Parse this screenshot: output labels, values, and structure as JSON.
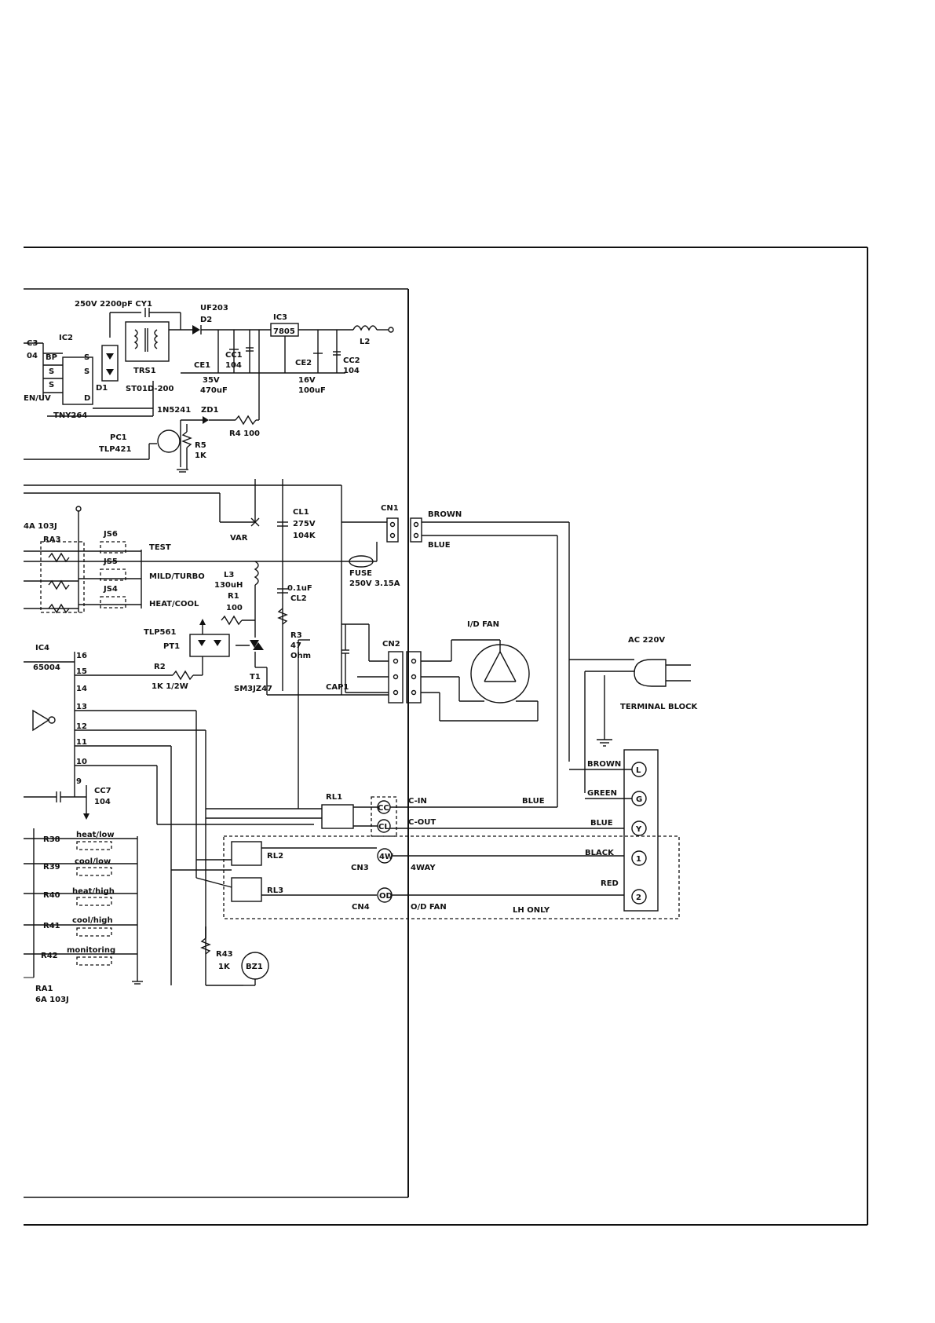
{
  "labels": {
    "cy1": "250V 2200pF   CY1",
    "uf203": "UF203",
    "d2": "D2",
    "ic3": "IC3",
    "u7805": "7805",
    "l2": "L2",
    "c3": "C3",
    "c3val": "04",
    "ic2": "IC2",
    "bp": "BP",
    "s1": "S",
    "s2": "S",
    "s3": "S",
    "s4": "S",
    "en": "EN/UV",
    "d": "D",
    "d1": "D1",
    "trs1": "TRS1",
    "st01d": "ST01D-200",
    "ce1": "CE1",
    "cc1": "CC1",
    "cc1v": "104",
    "ce1v1": "35V",
    "ce1v2": "470uF",
    "ce2": "CE2",
    "ce2v1": "16V",
    "ce2v2": "100uF",
    "cc2": "CC2",
    "cc2v": "104",
    "tny": "TNY264",
    "n5241": "1N5241",
    "zd1": "ZD1",
    "r4": "R4   100",
    "pc1": "PC1",
    "tlp421": "TLP421",
    "r5": "R5",
    "r5v": "1K",
    "a4": "4A  103J",
    "ra3": "RA3",
    "js6": "JS6",
    "js5": "JS5",
    "js4": "JS4",
    "test": "TEST",
    "mild": "MILD/TURBO",
    "heatcool": "HEAT/COOL",
    "var": "VAR",
    "cl1": "CL1",
    "cl1v1": "275V",
    "cl1v2": "104K",
    "l3": "L3",
    "l3v": "130uH",
    "r1": "R1",
    "r1v": "100",
    "cl2a": "0.1uF",
    "cl2": "CL2",
    "r3": "R3",
    "r3v1": "47",
    "r3v2": "Ohm",
    "tlp561": "TLP561",
    "pt1": "PT1",
    "t1": "T1",
    "sm3": "SM3JZ47",
    "ic4": "IC4",
    "u65004": "65004",
    "p16": "16",
    "p15": "15",
    "p14": "14",
    "p13": "13",
    "p12": "12",
    "p11": "11",
    "p10": "10",
    "p9": "9",
    "r2": "R2",
    "r2v": "1K   1/2W",
    "cc7": "CC7",
    "cc7v": "104",
    "cn1": "CN1",
    "brown1": "BROWN",
    "blue1": "BLUE",
    "fuse": "FUSE",
    "fusev": "250V  3.15A",
    "idfan": "I/D FAN",
    "cn2": "CN2",
    "cap1": "CAP1",
    "ac220": "AC 220V",
    "terminal": "TERMINAL BLOCK",
    "brown2": "BROWN",
    "green": "GREEN",
    "blue3": "BLUE",
    "black": "BLACK",
    "red": "RED",
    "tL": "L",
    "tG": "G",
    "tY": "Y",
    "t1n": "1",
    "t2n": "2",
    "rl1": "RL1",
    "cin": "C-IN",
    "cout": "C-OUT",
    "blue2": "BLUE",
    "cc": "CC",
    "cl": "CL",
    "rl2": "RL2",
    "rl3": "RL3",
    "cn3": "CN3",
    "fourw": "4W",
    "fourway": "4WAY",
    "cn4": "CN4",
    "od": "OD",
    "odfan": "O/D FAN",
    "lhonly": "LH ONLY",
    "r38": "R38",
    "r39": "R39",
    "r40": "R40",
    "r41": "R41",
    "r42": "R42",
    "heatlow": "heat/low",
    "coollow": "cool/low",
    "heathigh": "heat/high",
    "coolhigh": "cool/high",
    "monitoring": "monitoring",
    "ra1": "RA1",
    "ra1v": "6A  103J",
    "r43": "R43",
    "r43v": "1K",
    "bz1": "BZ1"
  }
}
